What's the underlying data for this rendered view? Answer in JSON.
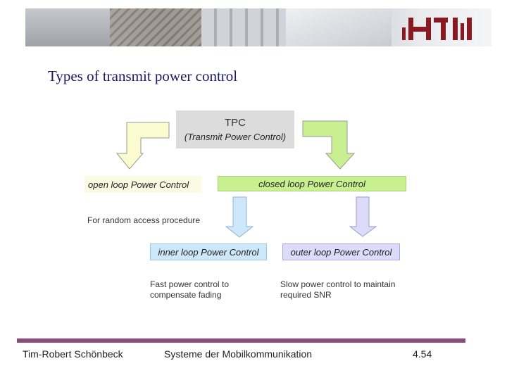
{
  "title": "Types of transmit power control",
  "diagram": {
    "tpc_line1": "TPC",
    "tpc_line2": "(Transmit Power Control)",
    "open_loop": "open loop Power Control",
    "closed_loop": "closed loop Power Control",
    "inner_loop": "inner loop Power Control",
    "outer_loop": "outer loop Power Control",
    "note_random": "For random access procedure",
    "note_inner_1": "Fast power control to",
    "note_inner_2": "compensate fading",
    "note_outer_1": "Slow power control to maintain",
    "note_outer_2": "required SNR"
  },
  "footer": {
    "author": "Tim-Robert Schönbeck",
    "course": "Systeme der Mobilkommunikation",
    "page": "4.54"
  },
  "colors": {
    "title": "#1a1a66",
    "open_arrow": "#fbfbd0",
    "closed_arrow": "#c8f090",
    "inner_arrow": "#cde7fb",
    "outer_arrow": "#dcdcfa",
    "footer_bar": "#8a4a7a",
    "logo": "#8a1a22"
  }
}
